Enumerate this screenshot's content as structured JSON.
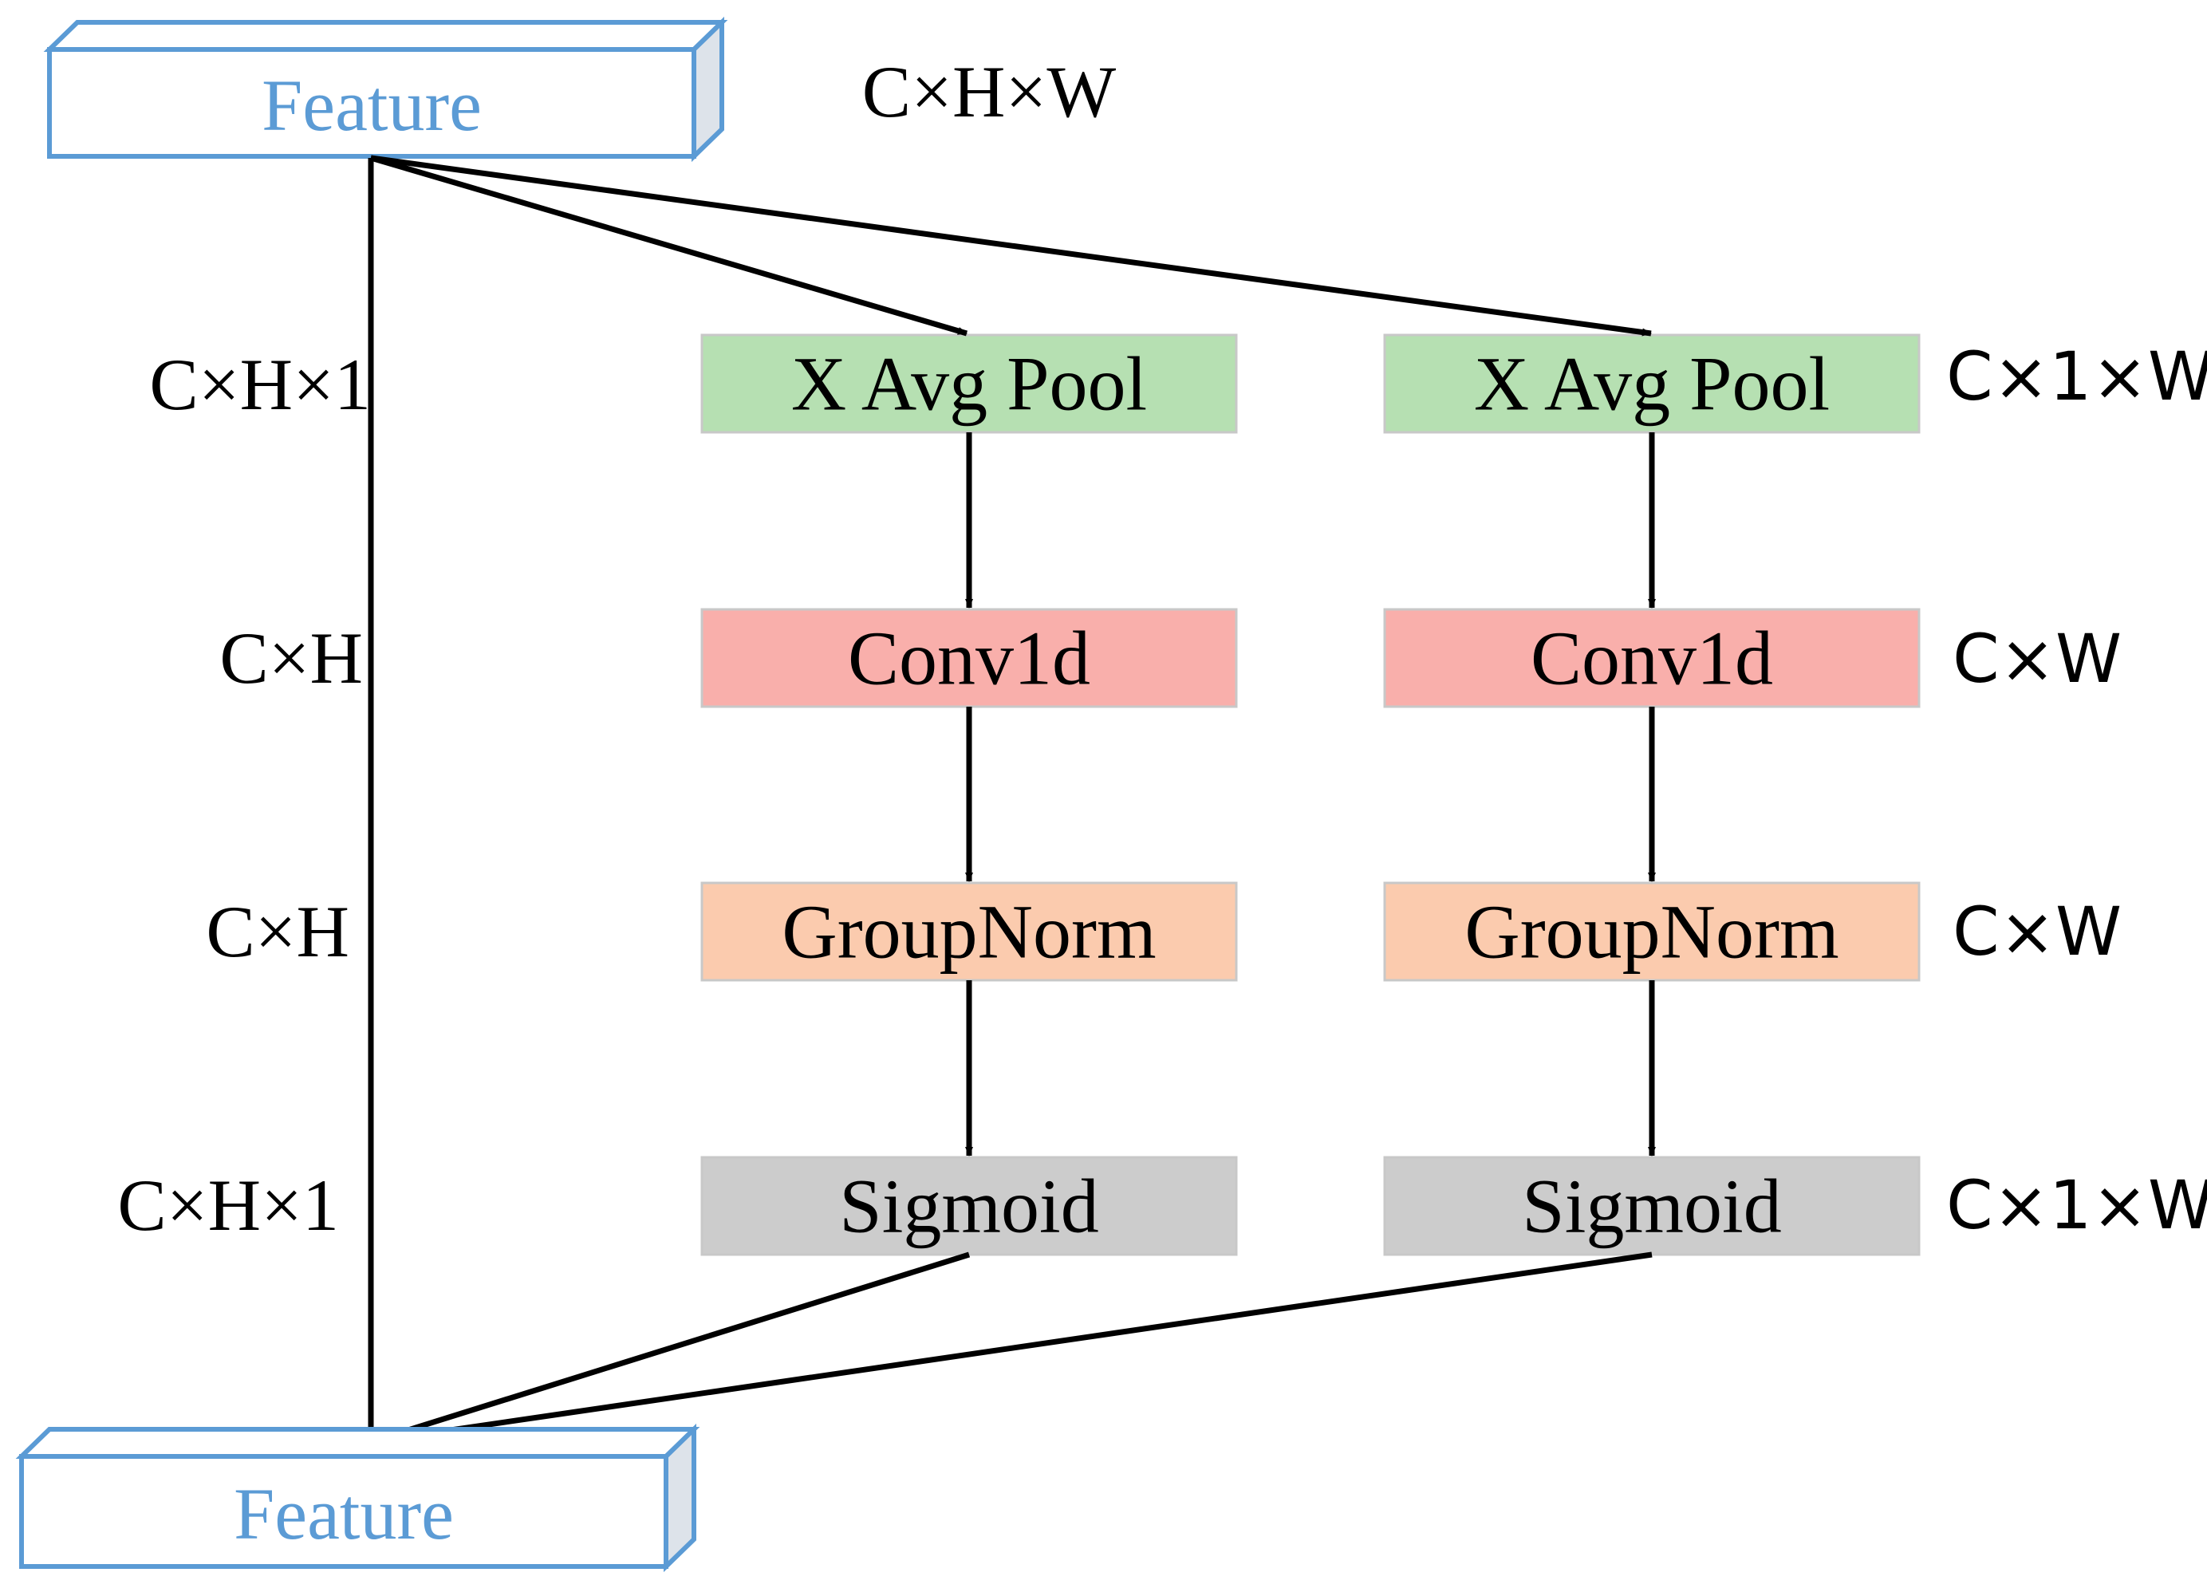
{
  "feature_input": {
    "label": "Feature"
  },
  "feature_output": {
    "label": "Feature"
  },
  "input_dims": "C×H×W",
  "left_dims": [
    "C×H×1",
    "C×H",
    "C×H",
    "C×H×1"
  ],
  "right_dims": [
    "C×1×W",
    "C×W",
    "C×W",
    "C×1×W"
  ],
  "branches": [
    {
      "blocks": [
        {
          "label": "X Avg Pool",
          "color": "#b6e0b2"
        },
        {
          "label": "Conv1d",
          "color": "#f9afab"
        },
        {
          "label": "GroupNorm",
          "color": "#fbcbae"
        },
        {
          "label": "Sigmoid",
          "color": "#cccccc"
        }
      ]
    },
    {
      "blocks": [
        {
          "label": "X Avg Pool",
          "color": "#b6e0b2"
        },
        {
          "label": "Conv1d",
          "color": "#f9afab"
        },
        {
          "label": "GroupNorm",
          "color": "#fbcbae"
        },
        {
          "label": "Sigmoid",
          "color": "#cccccc"
        }
      ]
    }
  ],
  "colors": {
    "feature_stroke": "#5b9bd5",
    "feature_side": "#dde3ea",
    "block_stroke": "#c8c8c8",
    "arrow": "#000000"
  }
}
